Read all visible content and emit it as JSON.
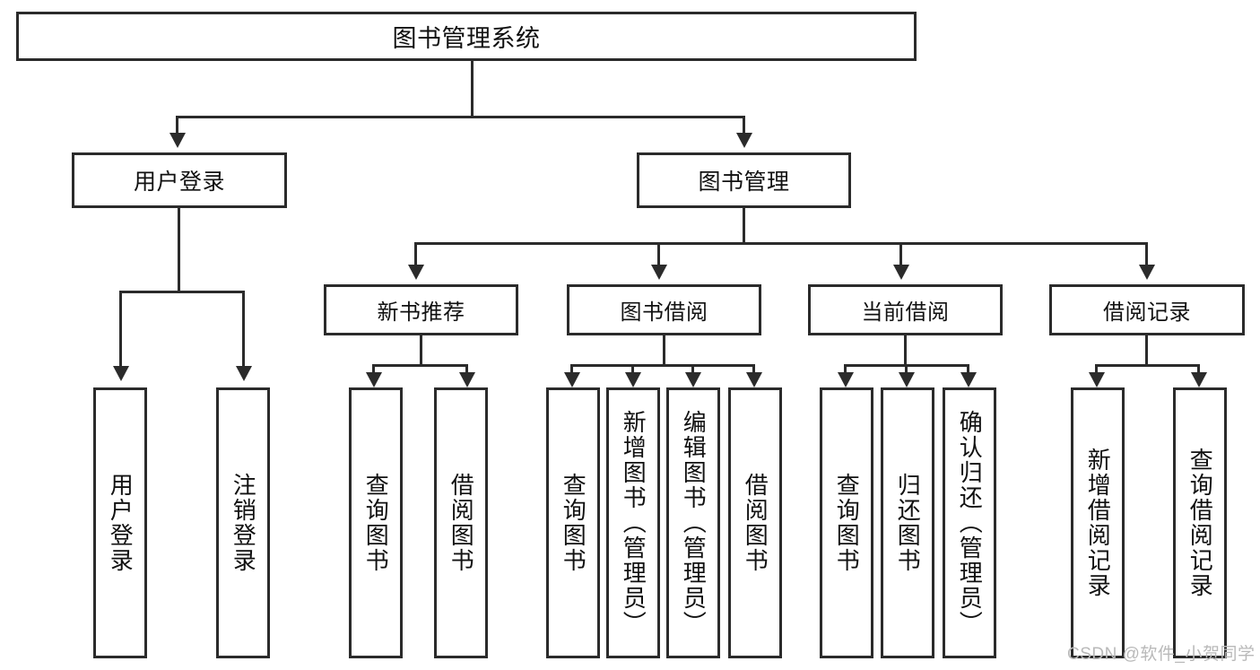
{
  "diagram": {
    "title": "图书管理系统",
    "type": "tree-structure-chart",
    "watermark": "CSDN @软件_小贺同学",
    "colors": {
      "stroke": "#2b2b2b",
      "fill": "#ffffff",
      "text": "#111111",
      "watermark": "#b9b9b9"
    },
    "nodes": {
      "root": {
        "label": "图书管理系统"
      },
      "level2": [
        {
          "id": "user-login",
          "label": "用户登录"
        },
        {
          "id": "book-management",
          "label": "图书管理"
        }
      ],
      "level3": [
        {
          "id": "new-book-recommend",
          "label": "新书推荐"
        },
        {
          "id": "book-borrow",
          "label": "图书借阅"
        },
        {
          "id": "current-borrow",
          "label": "当前借阅"
        },
        {
          "id": "borrow-record",
          "label": "借阅记录"
        }
      ],
      "leaves": {
        "user-login": [
          {
            "id": "login",
            "label": "用户登录"
          },
          {
            "id": "logout",
            "label": "注销登录"
          }
        ],
        "new-book-recommend": [
          {
            "id": "query-book-1",
            "label": "查询图书"
          },
          {
            "id": "borrow-book-1",
            "label": "借阅图书"
          }
        ],
        "book-borrow": [
          {
            "id": "query-book-2",
            "label": "查询图书"
          },
          {
            "id": "add-book",
            "label": "新增图书（管理员）"
          },
          {
            "id": "edit-book",
            "label": "编辑图书（管理员）"
          },
          {
            "id": "borrow-book-2",
            "label": "借阅图书"
          }
        ],
        "current-borrow": [
          {
            "id": "query-book-3",
            "label": "查询图书"
          },
          {
            "id": "return-book",
            "label": "归还图书"
          },
          {
            "id": "confirm-return",
            "label": "确认归还（管理员）"
          }
        ],
        "borrow-record": [
          {
            "id": "add-record",
            "label": "新增借阅记录"
          },
          {
            "id": "query-record",
            "label": "查询借阅记录"
          }
        ]
      }
    }
  }
}
